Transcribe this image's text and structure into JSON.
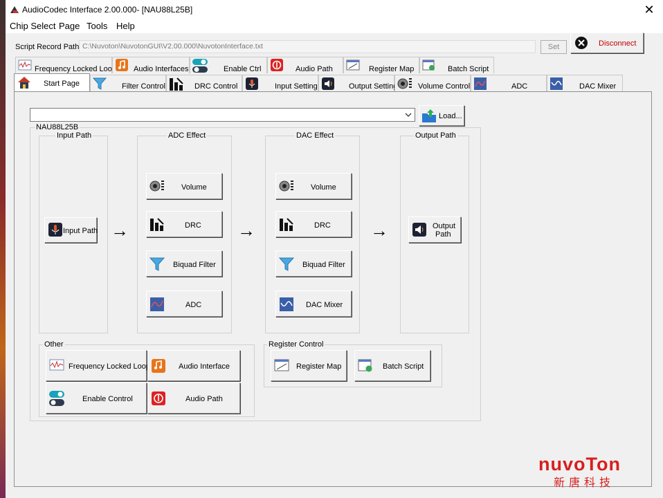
{
  "window": {
    "title": "AudioCodec Interface 2.00.000- [NAU88L25B]",
    "close_glyph": "✕",
    "colors": {
      "accent": "#1e50c8",
      "disconnect_text": "#c00000",
      "brand": "#d81e1e"
    }
  },
  "menu": [
    "Chip Select",
    "Page",
    "Tools",
    "Help"
  ],
  "script": {
    "label": "Script Record Path:",
    "path": "C:\\Nuvoton\\NuvotonGUI\\V2.00.000\\NuvotonInterface.txt",
    "set_label": "Set",
    "disconnect_label": "Disconnect"
  },
  "tabs_top": [
    {
      "label": "Frequency Locked Loop",
      "icon": "waveform-icon"
    },
    {
      "label": "Audio Interfaces",
      "icon": "music-note-icon"
    },
    {
      "label": "Enable Ctrl",
      "icon": "toggle-icon"
    },
    {
      "label": "Audio Path",
      "icon": "path-icon"
    },
    {
      "label": "Register Map",
      "icon": "register-map-icon"
    },
    {
      "label": "Batch Script",
      "icon": "batch-script-icon"
    }
  ],
  "tabs_bottom": [
    {
      "label": "Start Page",
      "icon": "home-icon",
      "active": true
    },
    {
      "label": "Filter Control",
      "icon": "filter-icon"
    },
    {
      "label": "DRC Control",
      "icon": "drc-icon"
    },
    {
      "label": "Input Setting",
      "icon": "microphone-icon"
    },
    {
      "label": "Output Setting",
      "icon": "speaker-icon"
    },
    {
      "label": "Volume Control",
      "icon": "volume-knob-icon"
    },
    {
      "label": "ADC",
      "icon": "adc-icon"
    },
    {
      "label": "DAC Mixer",
      "icon": "dac-mixer-icon"
    }
  ],
  "load": {
    "combo_value": "",
    "button_label": "Load..."
  },
  "device": {
    "name": "NAU88L25B",
    "input_path": {
      "title": "Input Path",
      "button": "Input Path"
    },
    "adc_effect": {
      "title": "ADC Effect",
      "buttons": [
        "Volume",
        "DRC",
        "Biquad Filter",
        "ADC"
      ]
    },
    "dac_effect": {
      "title": "DAC Effect",
      "buttons": [
        "Volume",
        "DRC",
        "Biquad Filter",
        "DAC Mixer"
      ]
    },
    "output_path": {
      "title": "Output Path",
      "button_line1": "Output",
      "button_line2": "Path"
    },
    "arrow": "→"
  },
  "other": {
    "title": "Other",
    "buttons": [
      "Frequency Locked Loop",
      "Audio Interface",
      "Enable Control",
      "Audio Path"
    ]
  },
  "register_control": {
    "title": "Register Control",
    "buttons": [
      "Register Map",
      "Batch Script"
    ]
  },
  "brand": {
    "name": "nuvoTon",
    "chinese": "新唐科技"
  }
}
